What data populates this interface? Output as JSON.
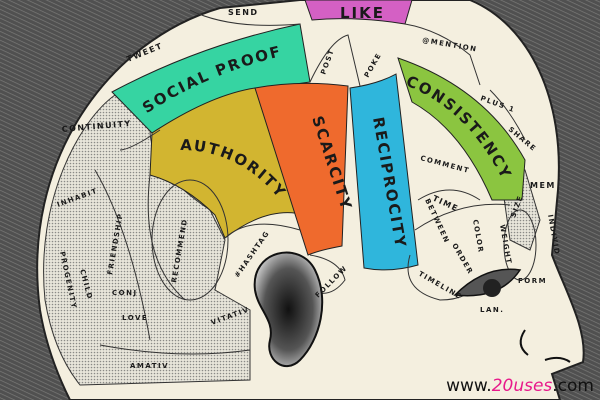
{
  "regions": {
    "social_proof": {
      "label": "SOCIAL PROOF",
      "color": "#36d4a2"
    },
    "authority": {
      "label": "AUTHORITY",
      "color": "#d2b530"
    },
    "scarcity": {
      "label": "SCARCITY",
      "color": "#ef6a2d"
    },
    "reciprocity": {
      "label": "RECIPROCITY",
      "color": "#2fb6dc"
    },
    "consistency": {
      "label": "CONSISTENCY",
      "color": "#8bc540"
    },
    "like": {
      "label": "LIKE",
      "color": "#d460c4"
    }
  },
  "small_labels": {
    "send": "SEND",
    "tweet": "TWEET",
    "post": "POST",
    "poke": "POKE",
    "mention": "@MENTION",
    "plus1": "PLUS 1",
    "share": "SHARE",
    "comment": "COMMENT",
    "time": "TIME",
    "between": "BETWEEN",
    "mem": "MEM",
    "individ": "INDIVID",
    "size": "SIZE",
    "weight": "WEIGHT",
    "color": "COLOR",
    "order": "ORDER",
    "form": "FORM",
    "lan": "LAN.",
    "timeline": "TIMELINE",
    "continuity": "CONTINUITY",
    "inhabit": "INHABIT",
    "friendship": "FRIENDSHIP",
    "recommend": "RECOMMEND",
    "hashtag": "#HASHTAG",
    "follow": "FOLLOW",
    "child": "CHILD",
    "progeny": "PROGENITY",
    "conj": "CONJ",
    "love": "LOVE",
    "vitativ": "VITATIV",
    "amativ": "AMATIV"
  },
  "watermark": {
    "prefix": "www.",
    "highlight": "20uses",
    "suffix": ".com",
    "highlight_color": "#e8198b"
  }
}
